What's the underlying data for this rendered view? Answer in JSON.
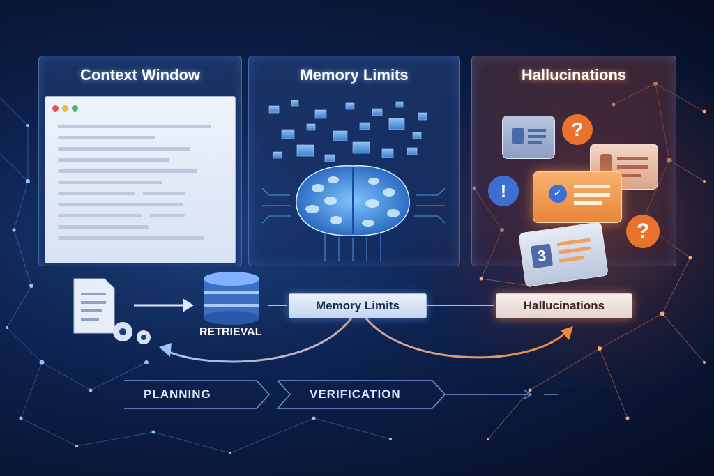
{
  "panels": {
    "context": {
      "title": "Context Window"
    },
    "memory": {
      "title": "Memory Limits"
    },
    "hallucinations": {
      "title": "Hallucinations"
    }
  },
  "flow": {
    "retrieval_label": "RETRIEVAL",
    "memory_box_label": "Memory Limits",
    "halluc_box_label": "Hallucinations"
  },
  "steps": {
    "planning": "PLANNING",
    "verification": "VERIFICATION"
  },
  "bubbles": {
    "question": "?",
    "exclaim": "!",
    "card_number": "3"
  },
  "colors": {
    "accent_blue": "#4ea3ff",
    "accent_orange": "#f08a3c",
    "background": "#0d2250"
  }
}
